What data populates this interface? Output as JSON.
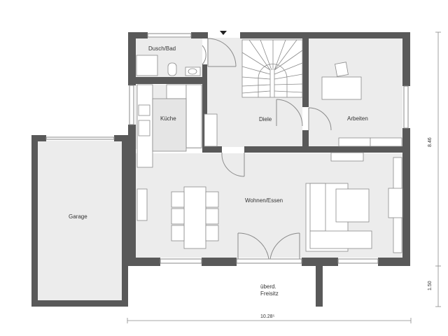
{
  "plan": {
    "type": "floor-plan",
    "rooms": [
      {
        "name": "Dusch/Bad"
      },
      {
        "name": "Küche"
      },
      {
        "name": "Diele"
      },
      {
        "name": "Arbeiten"
      },
      {
        "name": "Wohnen/Essen"
      },
      {
        "name": "Garage"
      },
      {
        "name_line1": "überd.",
        "name_line2": "Freisitz"
      }
    ],
    "dimensions": {
      "width": "10.28⁵",
      "height_main": "8.46",
      "height_terrace": "1.50"
    },
    "colors": {
      "wall": "#595959",
      "floor": "#ececec",
      "furniture": "#ffffff",
      "line": "#8a8a8a"
    }
  }
}
